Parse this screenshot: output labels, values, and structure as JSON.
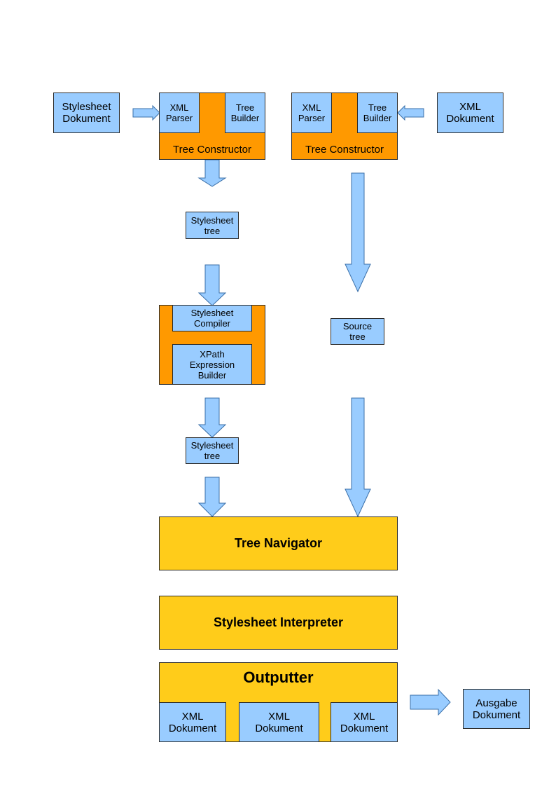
{
  "input": {
    "stylesheet_doc": "Stylesheet\nDokument",
    "xml_doc": "XML\nDokument"
  },
  "tree_constructor_left": {
    "label": "Tree Constructor",
    "parser": "XML\nParser",
    "builder": "Tree\nBuilder"
  },
  "tree_constructor_right": {
    "label": "Tree Constructor",
    "parser": "XML\nParser",
    "builder": "Tree\nBuilder"
  },
  "stylesheet_tree_1": "Stylesheet\ntree",
  "compiler_group": {
    "compiler": "Stylesheet\nCompiler",
    "xpath": "XPath\nExpression\nBuilder"
  },
  "source_tree": "Source\ntree",
  "stylesheet_tree_2": "Stylesheet\ntree",
  "tree_navigator": "Tree Navigator",
  "stylesheet_interpreter": "Stylesheet Interpreter",
  "outputter": {
    "title": "Outputter",
    "outputs": [
      "XML\nDokument",
      "XML\nDokument",
      "XML\nDokument"
    ]
  },
  "output_doc": "Ausgabe\nDokument",
  "colors": {
    "component_blue": "#99ccff",
    "constructor_orange": "#ff9900",
    "processor_yellow": "#ffcc1a"
  }
}
